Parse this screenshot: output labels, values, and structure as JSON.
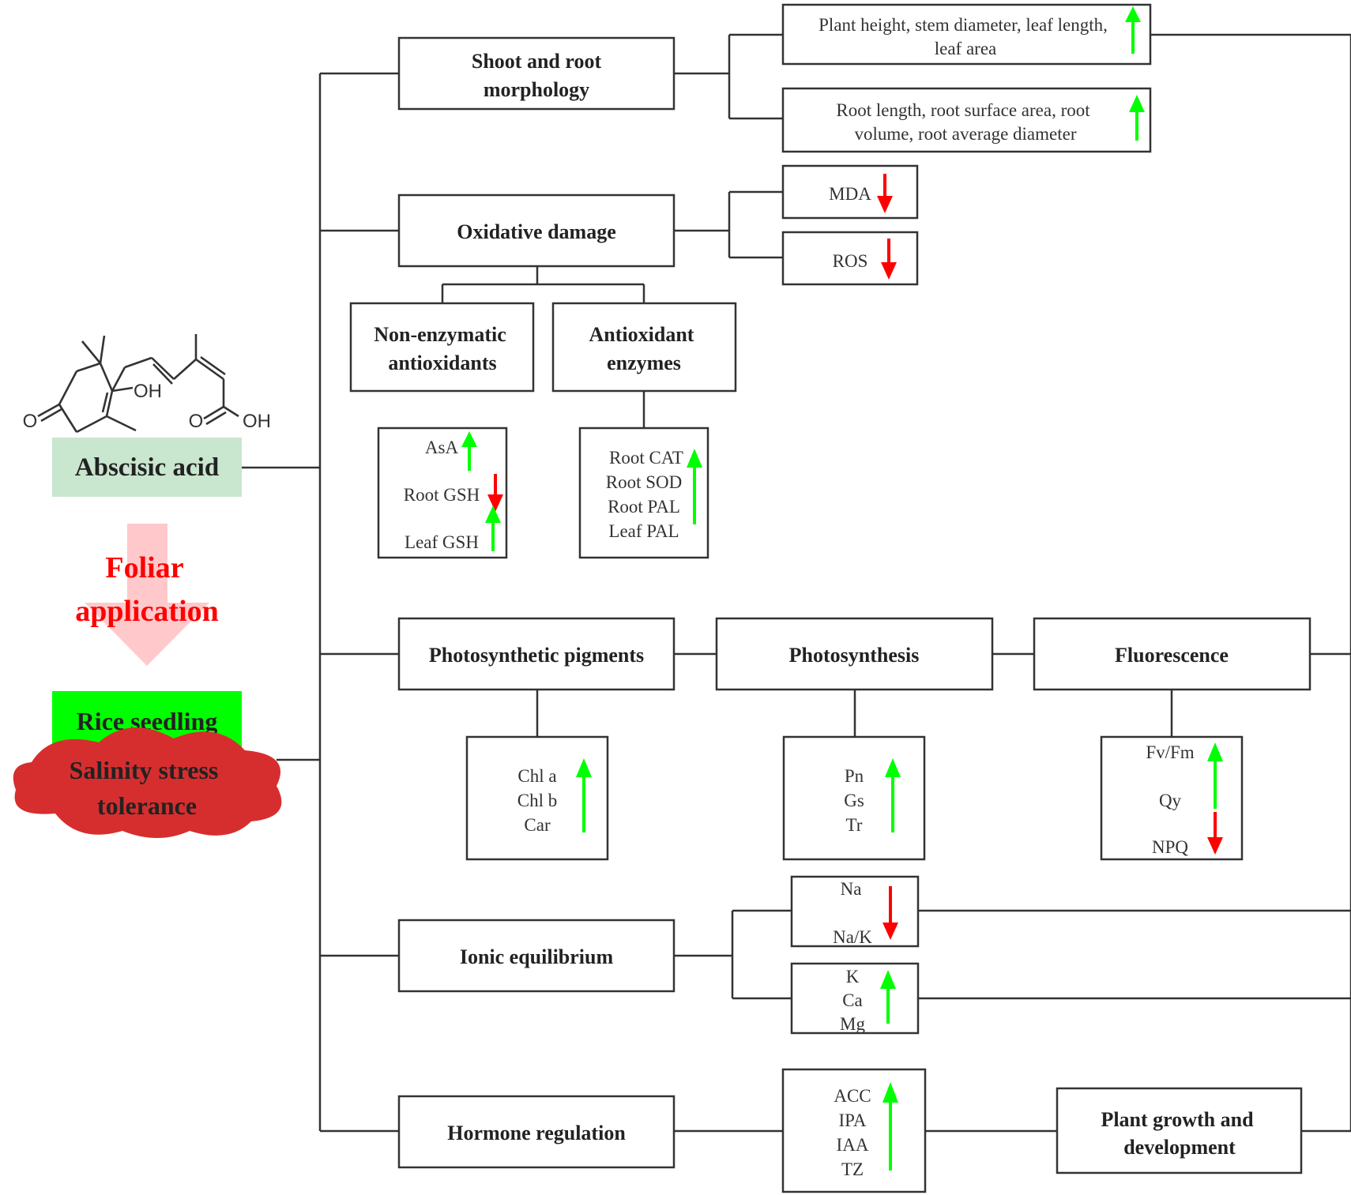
{
  "colors": {
    "arrow_up": "#00ff00",
    "arrow_down": "#ff0000",
    "abscisic_bg": "#c9e6cf",
    "abscisic_text": "#ff0000",
    "rice_bg": "#00ff00",
    "cloud": "#d62e2e",
    "foliar_arrow": "#ffc9cc",
    "foliar_text": "#ff0000"
  },
  "molecule": {
    "hydroxyl": "OH",
    "acid_oxygen": "O",
    "acid_hydroxyl": "OH",
    "ketone_oxygen": "O"
  },
  "left": {
    "abscisic_acid": "Abscisic acid",
    "foliar": [
      "Foliar",
      "application"
    ],
    "rice_seedling": "Rice seedling",
    "salinity": [
      "Salinity stress",
      "tolerance"
    ]
  },
  "categories": {
    "shoot_root": [
      "Shoot and root",
      "morphology"
    ],
    "oxidative": "Oxidative damage",
    "non_enzymatic": [
      "Non-enzymatic",
      "antioxidants"
    ],
    "antioxidant_enzymes": [
      "Antioxidant",
      "enzymes"
    ],
    "photo_pigments": "Photosynthetic pigments",
    "photosynthesis": "Photosynthesis",
    "fluorescence": "Fluorescence",
    "ionic": "Ionic equilibrium",
    "hormone": "Hormone regulation",
    "growth": [
      "Plant growth and",
      "development"
    ]
  },
  "indicators": {
    "shoot": [
      "Plant height, stem diameter, leaf length,",
      "leaf area"
    ],
    "root": [
      "Root length, root surface area, root",
      "volume, root average diameter"
    ],
    "mda": "MDA",
    "ros": "ROS",
    "non_enzymatic": [
      "AsA",
      "Root GSH",
      "Leaf GSH"
    ],
    "enzymes": [
      "Root CAT",
      "Root SOD",
      "Root PAL",
      "Leaf PAL"
    ],
    "pigments": [
      "Chl a",
      "Chl b",
      "Car"
    ],
    "photosynthesis": [
      "Pn",
      "Gs",
      "Tr"
    ],
    "fluorescence": [
      "Fv/Fm",
      "Qy",
      "NPQ"
    ],
    "ions_down": [
      "Na",
      "Na/K"
    ],
    "ions_up": [
      "K",
      "Ca",
      "Mg"
    ],
    "hormones": [
      "ACC",
      "IPA",
      "IAA",
      "TZ"
    ]
  }
}
